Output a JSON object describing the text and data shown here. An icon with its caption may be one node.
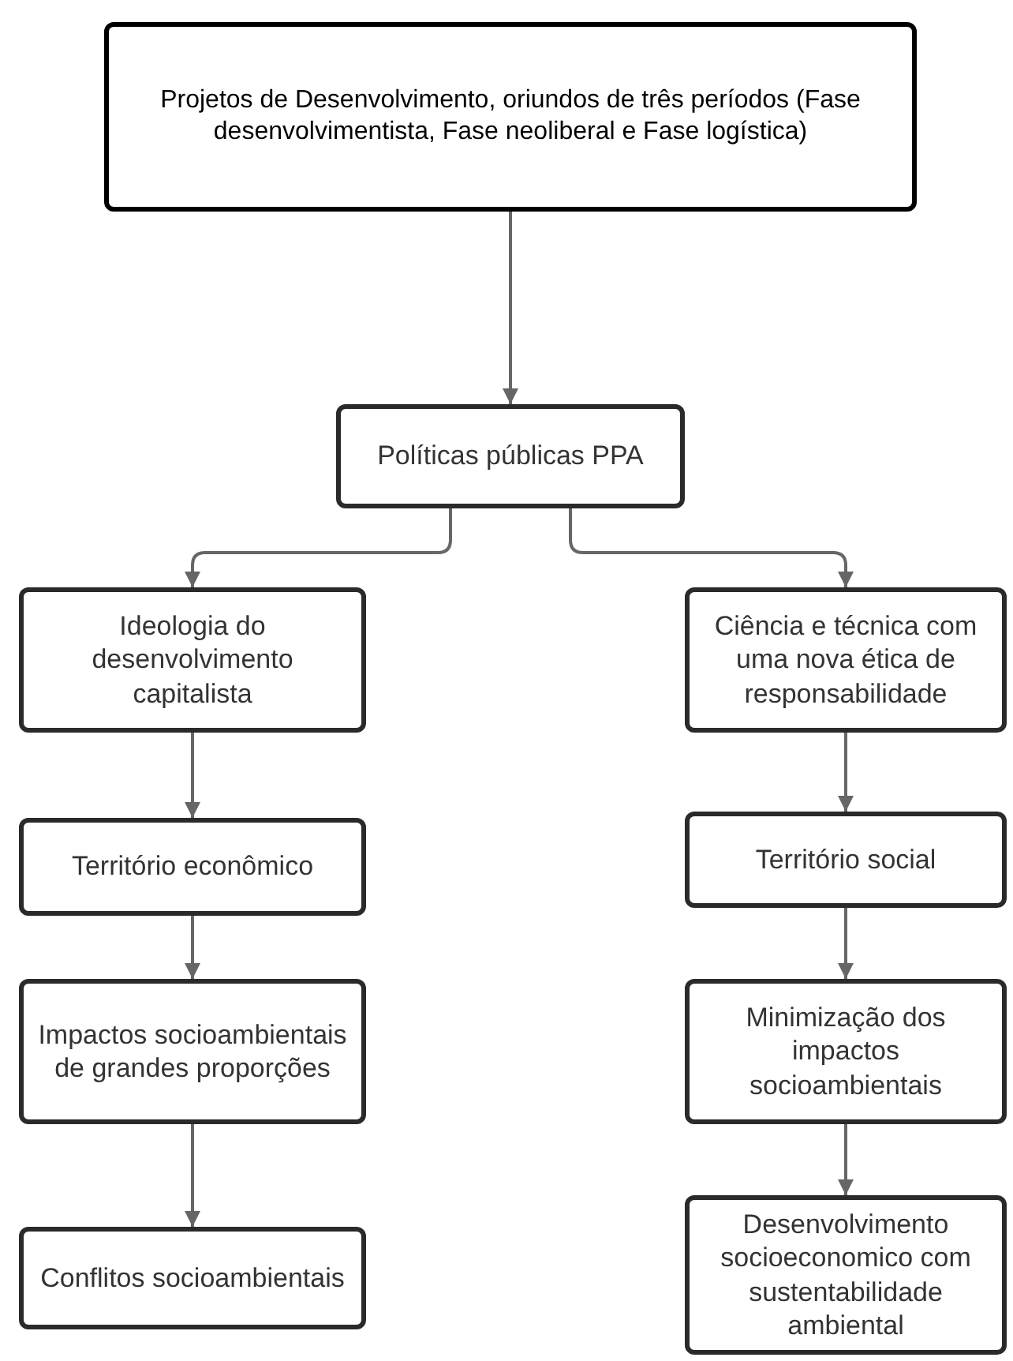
{
  "diagram": {
    "nodes": [
      {
        "text": [
          "Projetos de Desenvolvimento, oriundos de três períodos (Fase desenvolvimentista, Fase neoliberal e Fase logística)"
        ]
      },
      {
        "text": [
          "Políticas públicas PPA"
        ]
      },
      {
        "text": [
          "Ideologia do desenvolvimento capitalista"
        ]
      },
      {
        "text": [
          "Território econômico"
        ]
      },
      {
        "text": [
          "Impactos socioambientais de grandes proporções"
        ]
      },
      {
        "text": [
          "Conflitos socioambientais"
        ]
      },
      {
        "text": [
          "Ciência e técnica com uma nova ética de responsabilidade"
        ]
      },
      {
        "text": [
          "Território social"
        ]
      },
      {
        "text": [
          "Minimização dos impactos socioambientais"
        ]
      },
      {
        "text": [
          "Desenvolvimento socioeconomico com sustentabilidade ambiental"
        ]
      }
    ],
    "edges": [
      {
        "from": 0,
        "to": 1,
        "arrow": "to"
      },
      {
        "from": 1,
        "to": 2,
        "arrow": "to"
      },
      {
        "from": 1,
        "to": 6,
        "arrow": "to"
      },
      {
        "from": 2,
        "to": 3,
        "arrow": "to"
      },
      {
        "from": 3,
        "to": 4,
        "arrow": "to"
      },
      {
        "from": 4,
        "to": 5,
        "arrow": "to"
      },
      {
        "from": 6,
        "to": 7,
        "arrow": "to"
      },
      {
        "from": 7,
        "to": 8,
        "arrow": "to"
      },
      {
        "from": 8,
        "to": 9,
        "arrow": "to"
      }
    ]
  }
}
